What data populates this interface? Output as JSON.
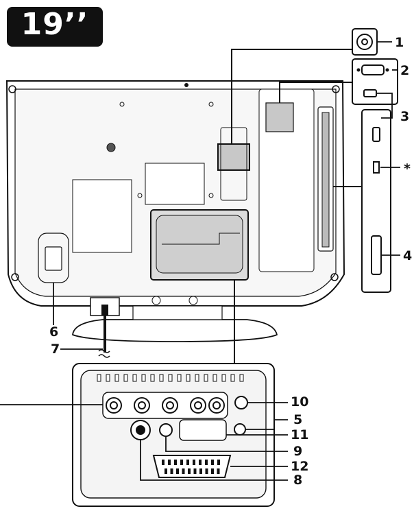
{
  "badge": {
    "text": "19’’"
  },
  "callouts": [
    {
      "id": "1",
      "text": "1"
    },
    {
      "id": "2",
      "text": "2"
    },
    {
      "id": "3",
      "text": "3"
    },
    {
      "id": "star",
      "text": "*"
    },
    {
      "id": "4",
      "text": "4"
    },
    {
      "id": "6",
      "text": "6"
    },
    {
      "id": "7",
      "text": "7"
    },
    {
      "id": "10",
      "text": "10"
    },
    {
      "id": "5",
      "text": "5"
    },
    {
      "id": "11",
      "text": "11"
    },
    {
      "id": "9",
      "text": "9"
    },
    {
      "id": "12",
      "text": "12"
    },
    {
      "id": "8",
      "text": "8"
    }
  ],
  "colors": {
    "line": "#111111",
    "panel": "#f2f2f2",
    "highlight": "#c8c8c8",
    "badge": "#111111"
  }
}
